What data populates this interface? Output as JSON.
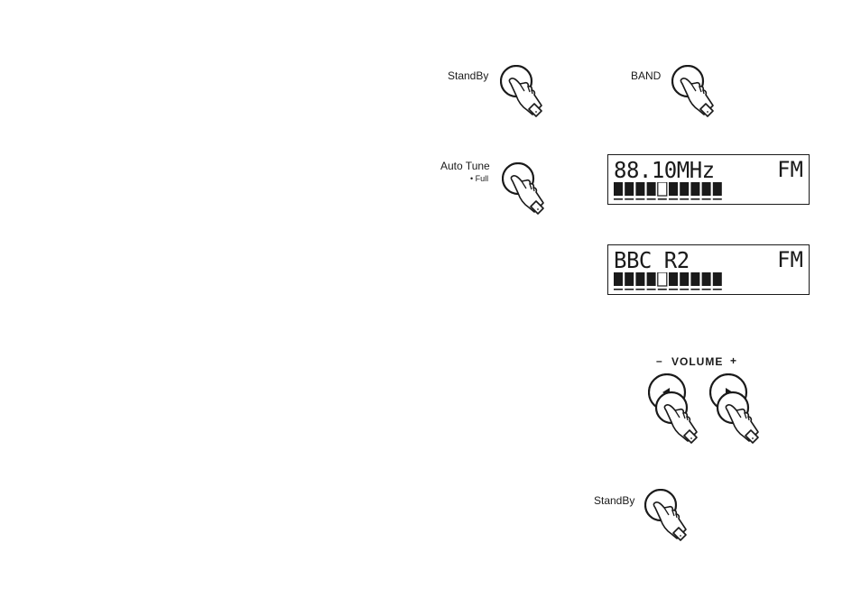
{
  "buttons": {
    "standby_top": "StandBy",
    "band": "BAND",
    "autotune": "Auto Tune",
    "autotune_sub": "• Full",
    "volume_label": "VOLUME",
    "volume_minus": "–",
    "volume_plus": "+",
    "standby_bottom": "StandBy"
  },
  "displays": [
    {
      "text": "88.10MHz",
      "band": "FM",
      "level_segments": 10,
      "marker_index": 4
    },
    {
      "text": "BBC R2",
      "band": "FM",
      "level_segments": 10,
      "marker_index": 4
    }
  ]
}
